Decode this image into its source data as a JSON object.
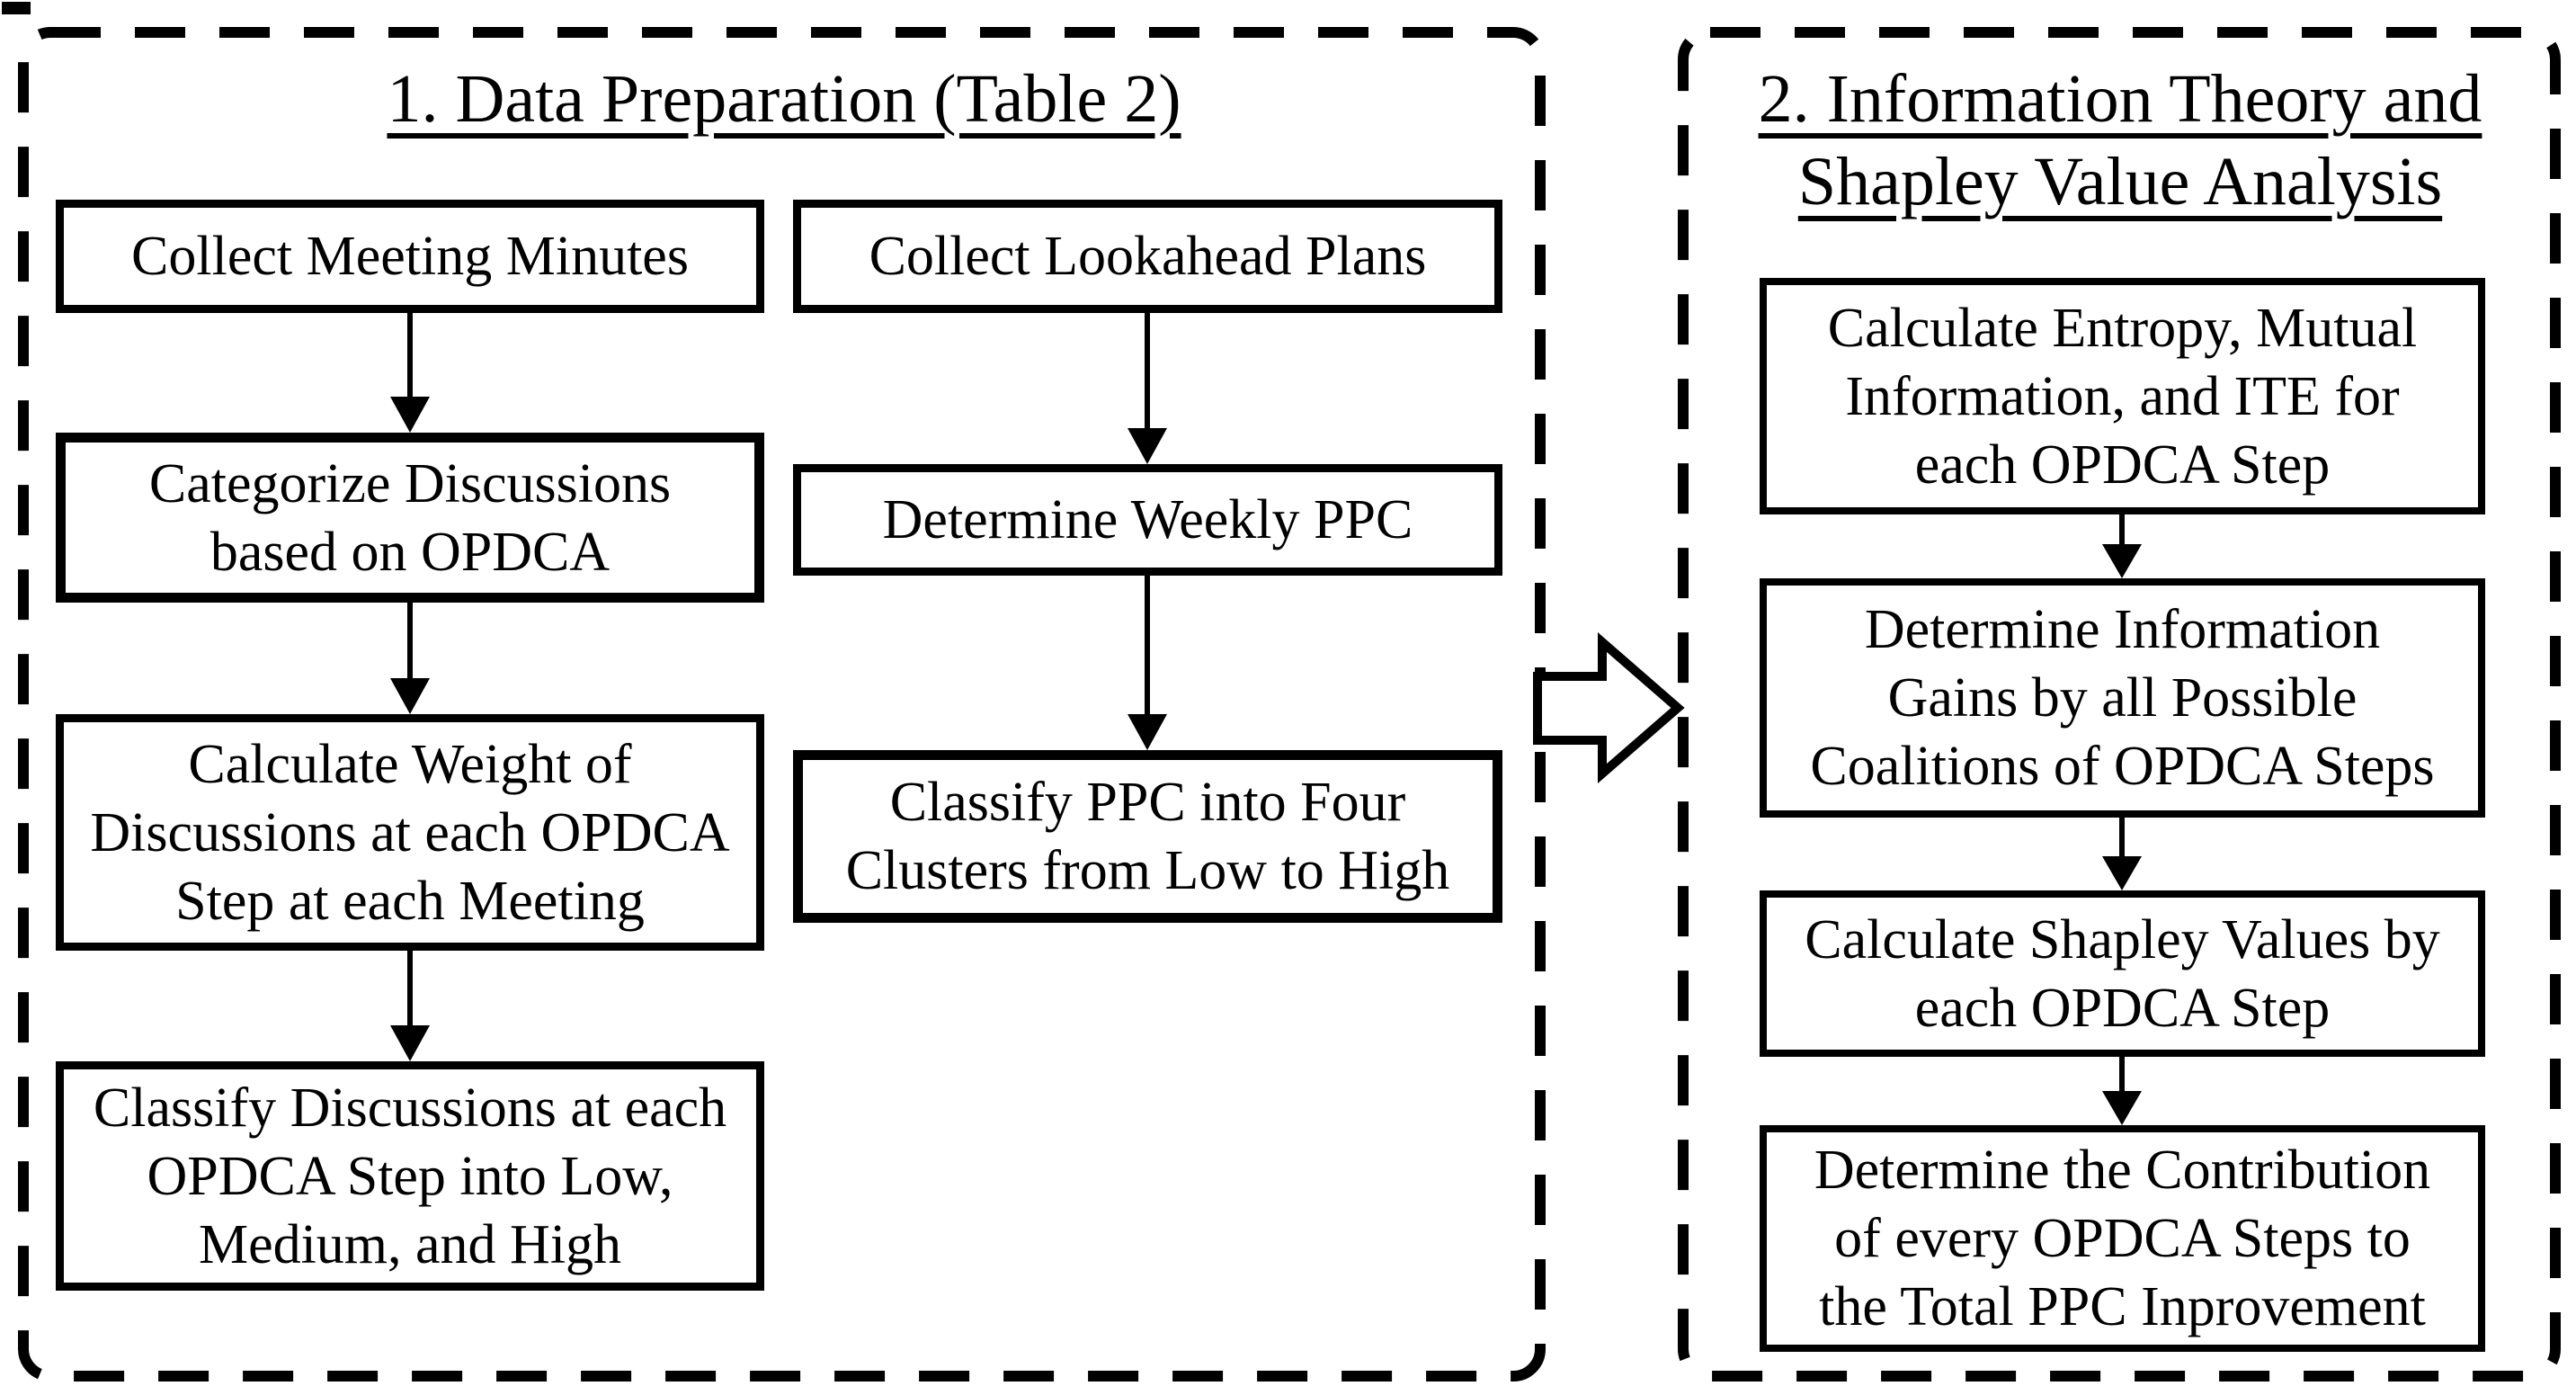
{
  "colors": {
    "ink": "#000000",
    "paper": "#ffffff"
  },
  "left_panel": {
    "title": "1. Data Preparation (Table 2)",
    "column1": [
      {
        "label": "Collect Meeting Minutes"
      },
      {
        "label": "Categorize Discussions\nbased on OPDCA"
      },
      {
        "label": "Calculate Weight of\nDiscussions at each OPDCA\nStep at each Meeting"
      },
      {
        "label": "Classify Discussions at each\nOPDCA Step into Low,\nMedium, and High"
      }
    ],
    "column2": [
      {
        "label": "Collect Lookahead Plans"
      },
      {
        "label": "Determine Weekly PPC"
      },
      {
        "label": "Classify PPC into Four\nClusters from Low to High"
      }
    ]
  },
  "right_panel": {
    "title": "2. Information Theory and\nShapley Value Analysis",
    "boxes": [
      {
        "label": "Calculate Entropy, Mutual\nInformation, and ITE for\neach OPDCA Step"
      },
      {
        "label": "Determine Information\nGains by all Possible\nCoalitions of OPDCA Steps"
      },
      {
        "label": "Calculate Shapley Values by\neach OPDCA Step"
      },
      {
        "label": "Determine the Contribution\nof every OPDCA Steps to\nthe Total PPC Inprovement"
      }
    ]
  }
}
